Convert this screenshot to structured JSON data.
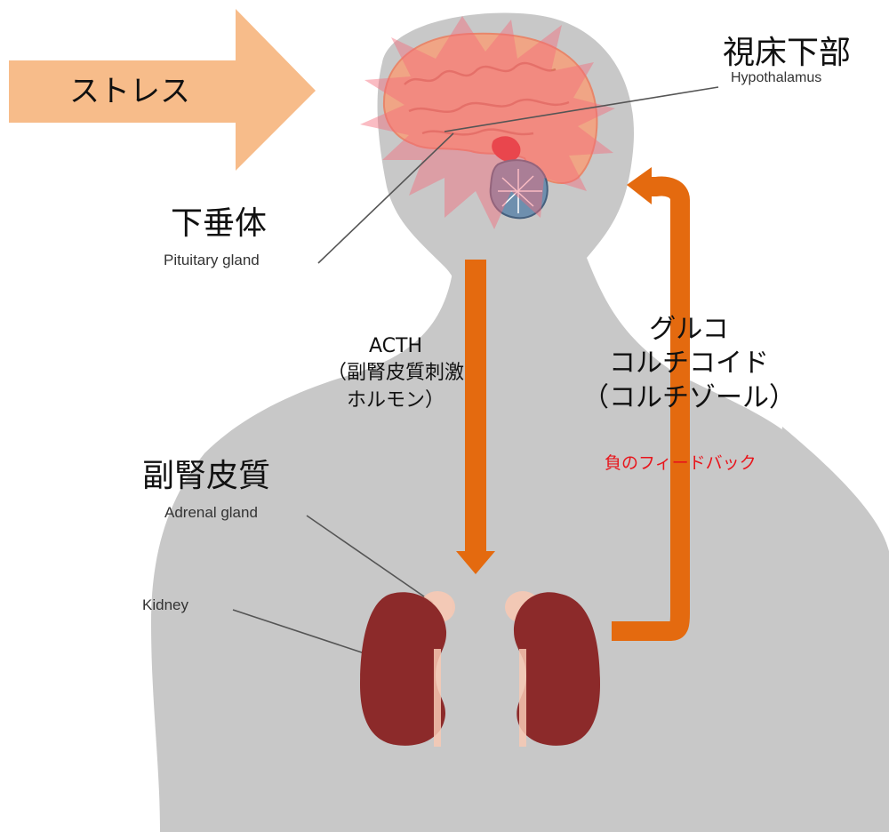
{
  "labels": {
    "stress": "ストレス",
    "hypothalamus_jp": "視床下部",
    "hypothalamus_en": "Hypothalamus",
    "pituitary_jp": "下垂体",
    "pituitary_en": "Pituitary gland",
    "acth_line1": "ACTH",
    "acth_line2": "（副腎皮質刺激",
    "acth_line3": "ホルモン）",
    "gluco_line1": "グルコ",
    "gluco_line2": "コルチコイド",
    "gluco_line3": "（コルチゾール）",
    "negative_feedback": "負のフィードバック",
    "adrenal_jp": "副腎皮質",
    "adrenal_en": "Adrenal gland",
    "kidney_en": "Kidney"
  },
  "colors": {
    "body_silhouette": "#c8c8c8",
    "stress_arrow": "#f7bc8a",
    "hormone_arrow": "#e46a0f",
    "brain": "#f0a585",
    "burst": "#f36a7a",
    "kidney": "#8c2a2a",
    "adrenal": "#f7c9b4",
    "feedback_text": "#e8141b"
  }
}
